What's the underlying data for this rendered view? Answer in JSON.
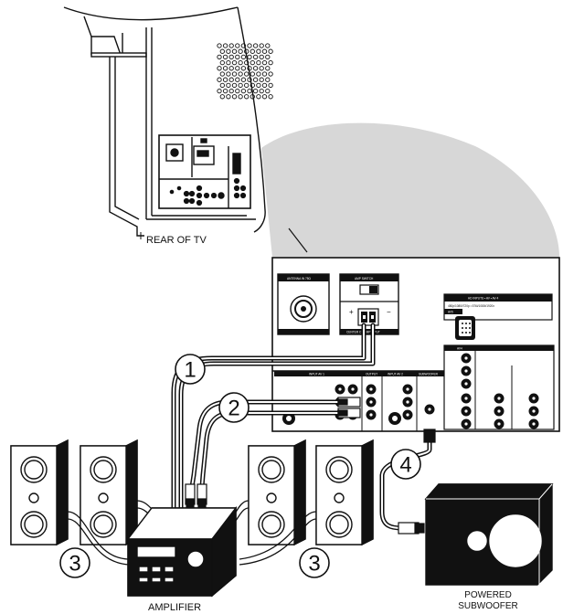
{
  "labels": {
    "rear_of_tv": "REAR OF TV",
    "amplifier": "AMPLIFIER",
    "powered": "POWERED",
    "subwoofer": "SUBWOOFER"
  },
  "callouts": {
    "c1": "1",
    "c2": "2",
    "c3_left": "3",
    "c3_right": "3",
    "c4": "4"
  },
  "panel": {
    "antenna": "ANTENNA IN 75Ω",
    "amp_switch": "AMP SWITCH",
    "center_input": "CENTER CH/AMP INPUT",
    "hd_inputs": "HD INPUTS • AV • AV 4",
    "hd_formats": "480p/1080i/720p • 576i/1080i/1920x",
    "av5": "AV5",
    "av4": "AV4",
    "input_av1": "INPUT AV 1",
    "output": "OUTPUT",
    "input_av2": "INPUT AV 2",
    "subwoofer": "SUBWOOFER"
  }
}
